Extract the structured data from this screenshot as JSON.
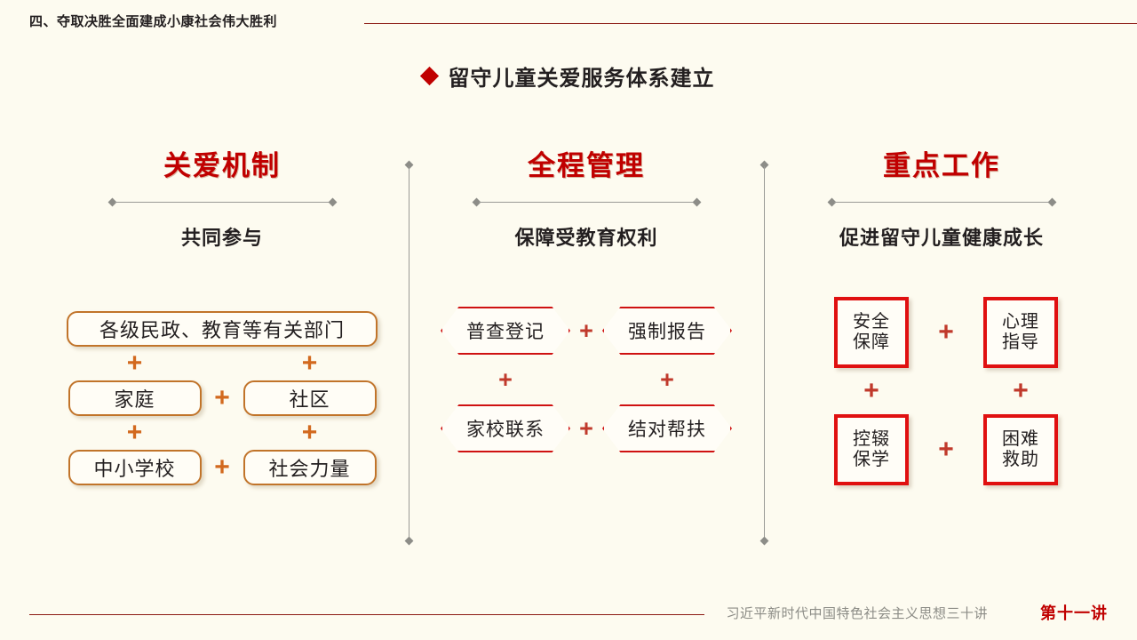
{
  "header": {
    "section_title": "四、夺取决胜全面建成小康社会伟大胜利",
    "rule_color": "#8c1a14"
  },
  "title": {
    "bullet_icon": "diamond-icon",
    "text": "留守儿童关爱服务体系建立",
    "bullet_color": "#c00000"
  },
  "columns": [
    {
      "heading": "关爱机制",
      "subheading": "共同参与",
      "shape": "rounded-rect",
      "accent_color": "#c1742a",
      "plus_color": "#d2691e",
      "items": [
        {
          "label": "各级民政、教育等有关部门",
          "span": "full"
        },
        {
          "label": "家庭",
          "span": "half"
        },
        {
          "label": "社区",
          "span": "half"
        },
        {
          "label": "中小学校",
          "span": "half"
        },
        {
          "label": "社会力量",
          "span": "half"
        }
      ],
      "plus_symbol": "+"
    },
    {
      "heading": "全程管理",
      "subheading": "保障受教育权利",
      "shape": "hexagon",
      "accent_color": "#cf1111",
      "plus_color": "#c0392b",
      "items": [
        {
          "label": "普查登记"
        },
        {
          "label": "强制报告"
        },
        {
          "label": "家校联系"
        },
        {
          "label": "结对帮扶"
        }
      ],
      "plus_symbol": "+"
    },
    {
      "heading": "重点工作",
      "subheading": "促进留守儿童健康成长",
      "shape": "square",
      "accent_color": "#e01010",
      "plus_color": "#e01010",
      "items": [
        {
          "line1": "安全",
          "line2": "保障"
        },
        {
          "line1": "心理",
          "line2": "指导"
        },
        {
          "line1": "控辍",
          "line2": "保学"
        },
        {
          "line1": "困难",
          "line2": "救助"
        }
      ],
      "plus_symbol": "+"
    }
  ],
  "footer": {
    "series_title": "习近平新时代中国特色社会主义思想三十讲",
    "lecture_badge": "第十一讲",
    "rule_color": "#8c1a14"
  }
}
